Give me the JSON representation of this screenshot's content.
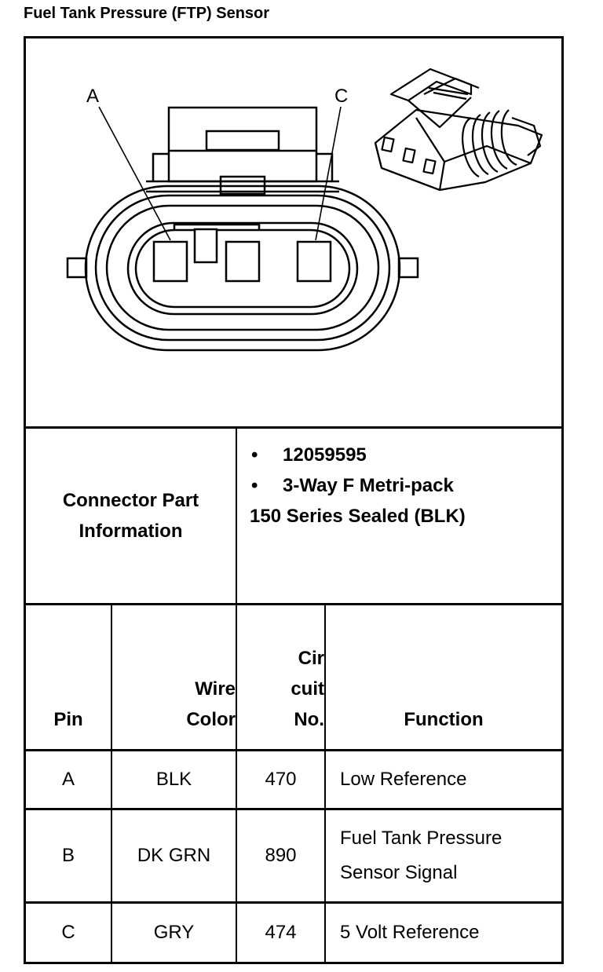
{
  "title": "Fuel Tank Pressure (FTP) Sensor",
  "diagram": {
    "label_a": "A",
    "label_c": "C"
  },
  "connector_info": {
    "label_line1": "Connector Part",
    "label_line2": "Information",
    "part_number": "12059595",
    "description_line1": "3-Way F Metri-pack",
    "description_line2": "150 Series Sealed (BLK)",
    "bullet": "•"
  },
  "table": {
    "headers": {
      "pin": "Pin",
      "wire_color_line1": "Wire",
      "wire_color_line2": "Color",
      "circuit_line1": "Cir",
      "circuit_line2": "cuit",
      "circuit_line3": "No.",
      "function": "Function"
    },
    "rows": [
      {
        "pin": "A",
        "wire": "BLK",
        "circuit": "470",
        "function_line1": "Low Reference",
        "function_line2": ""
      },
      {
        "pin": "B",
        "wire": "DK GRN",
        "circuit": "890",
        "function_line1": "Fuel Tank Pressure",
        "function_line2": "Sensor Signal"
      },
      {
        "pin": "C",
        "wire": "GRY",
        "circuit": "474",
        "function_line1": "5 Volt Reference",
        "function_line2": ""
      }
    ]
  }
}
